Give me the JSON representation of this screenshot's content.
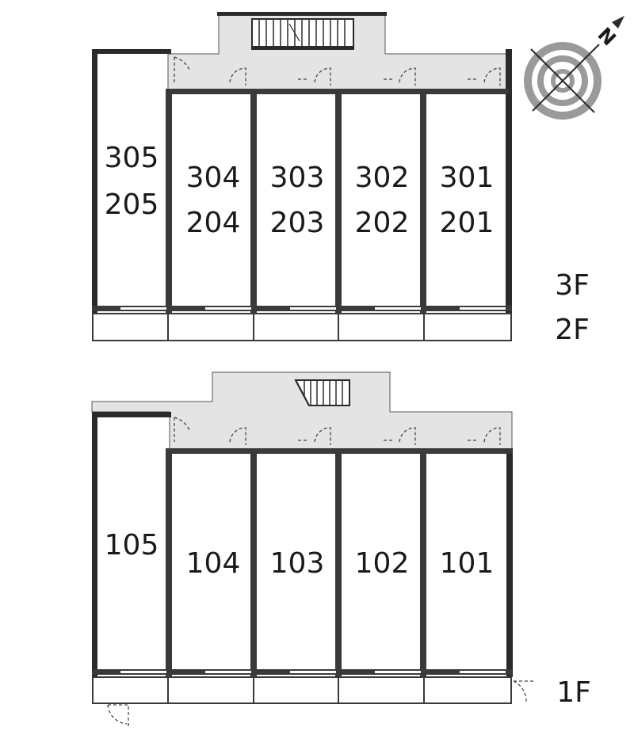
{
  "colors": {
    "wall": "#3a3a3a",
    "wall_dark": "#2a2a2a",
    "hall": "#e4e4e4",
    "door": "#444444",
    "compass_ring": "#9a9a9a"
  },
  "compass": {
    "north_label": "N",
    "icon": "compass-icon"
  },
  "upper_block": {
    "floor_labels": [
      "3F",
      "2F"
    ],
    "units": [
      {
        "top": "305",
        "bottom": "205"
      },
      {
        "top": "304",
        "bottom": "204"
      },
      {
        "top": "303",
        "bottom": "203"
      },
      {
        "top": "302",
        "bottom": "202"
      },
      {
        "top": "301",
        "bottom": "201"
      }
    ]
  },
  "lower_block": {
    "floor_label": "1F",
    "units": [
      "105",
      "104",
      "103",
      "102",
      "101"
    ]
  }
}
